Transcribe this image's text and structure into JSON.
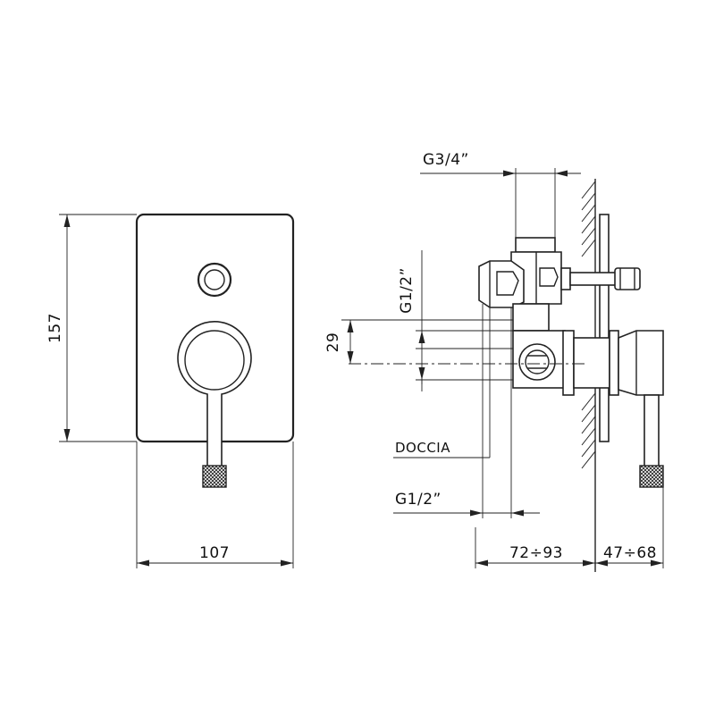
{
  "front_view": {
    "height_label": "157",
    "width_label": "107"
  },
  "side_view": {
    "inlet_top_label": "G3/4”",
    "inlet_side_label": "G1/2”",
    "offset_label": "29",
    "shower_outlet_label": "DOCCIA",
    "outlet_bottom_label": "G1/2”",
    "depth_body_label": "72÷93",
    "depth_trim_label": "47÷68"
  }
}
